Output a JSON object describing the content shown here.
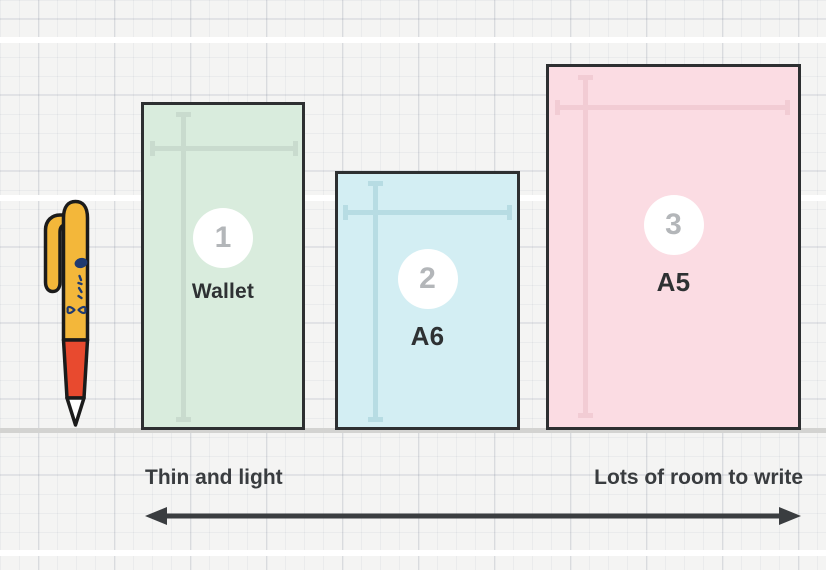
{
  "cards": [
    {
      "number": "1",
      "label": "Wallet",
      "fill": "#d9ecdd",
      "dimension_line": "#c9dbce"
    },
    {
      "number": "2",
      "label": "A6",
      "fill": "#d3eef3",
      "dimension_line": "#b7dce3"
    },
    {
      "number": "3",
      "label": "A5",
      "fill": "#fbdce3",
      "dimension_line": "#f2ccd4"
    }
  ],
  "annotations": {
    "left": "Thin and light",
    "right": "Lots of room to write"
  },
  "icons": {
    "pen": "pen-illustration",
    "arrow": "double-headed-arrow",
    "dimension": "dimension-cross"
  },
  "colors": {
    "background": "#f4f4f3",
    "card_border": "#2d2f31",
    "circle_number": "#b3b6b9",
    "label_text": "#2e3133",
    "annotation_text": "#393c3f",
    "arrow": "#3a3d40",
    "baseline": "#d3d3d1",
    "stripe": "#ffffff",
    "pen_body": "#f3b73a",
    "pen_grip": "#e84a2f",
    "pen_tip": "#ffffff",
    "pen_marks": "#1f3a70"
  }
}
